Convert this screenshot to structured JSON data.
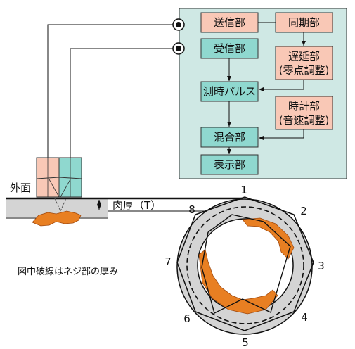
{
  "colors": {
    "panel": "#cfe8e4",
    "block_pink": "#f9c8b6",
    "block_teal": "#8fd8cf",
    "rust": "#e87f22",
    "pipe_gray": "#d4d4d4"
  },
  "blocks": {
    "transmitter": "送信部",
    "sync": "同期部",
    "receiver": "受信部",
    "delay_line1": "遅延部",
    "delay_line2": "(零点調整)",
    "time_pulse": "測時パルス",
    "clock_line1": "時計部",
    "clock_line2": "(音速調整)",
    "mixer": "混合部",
    "display": "表示部"
  },
  "labels": {
    "outer_surface": "外面",
    "thickness": "肉厚（T）",
    "note": "図中破線はネジ部の厚み"
  },
  "ring_numbers": [
    "1",
    "2",
    "3",
    "4",
    "5",
    "6",
    "7",
    "8"
  ]
}
